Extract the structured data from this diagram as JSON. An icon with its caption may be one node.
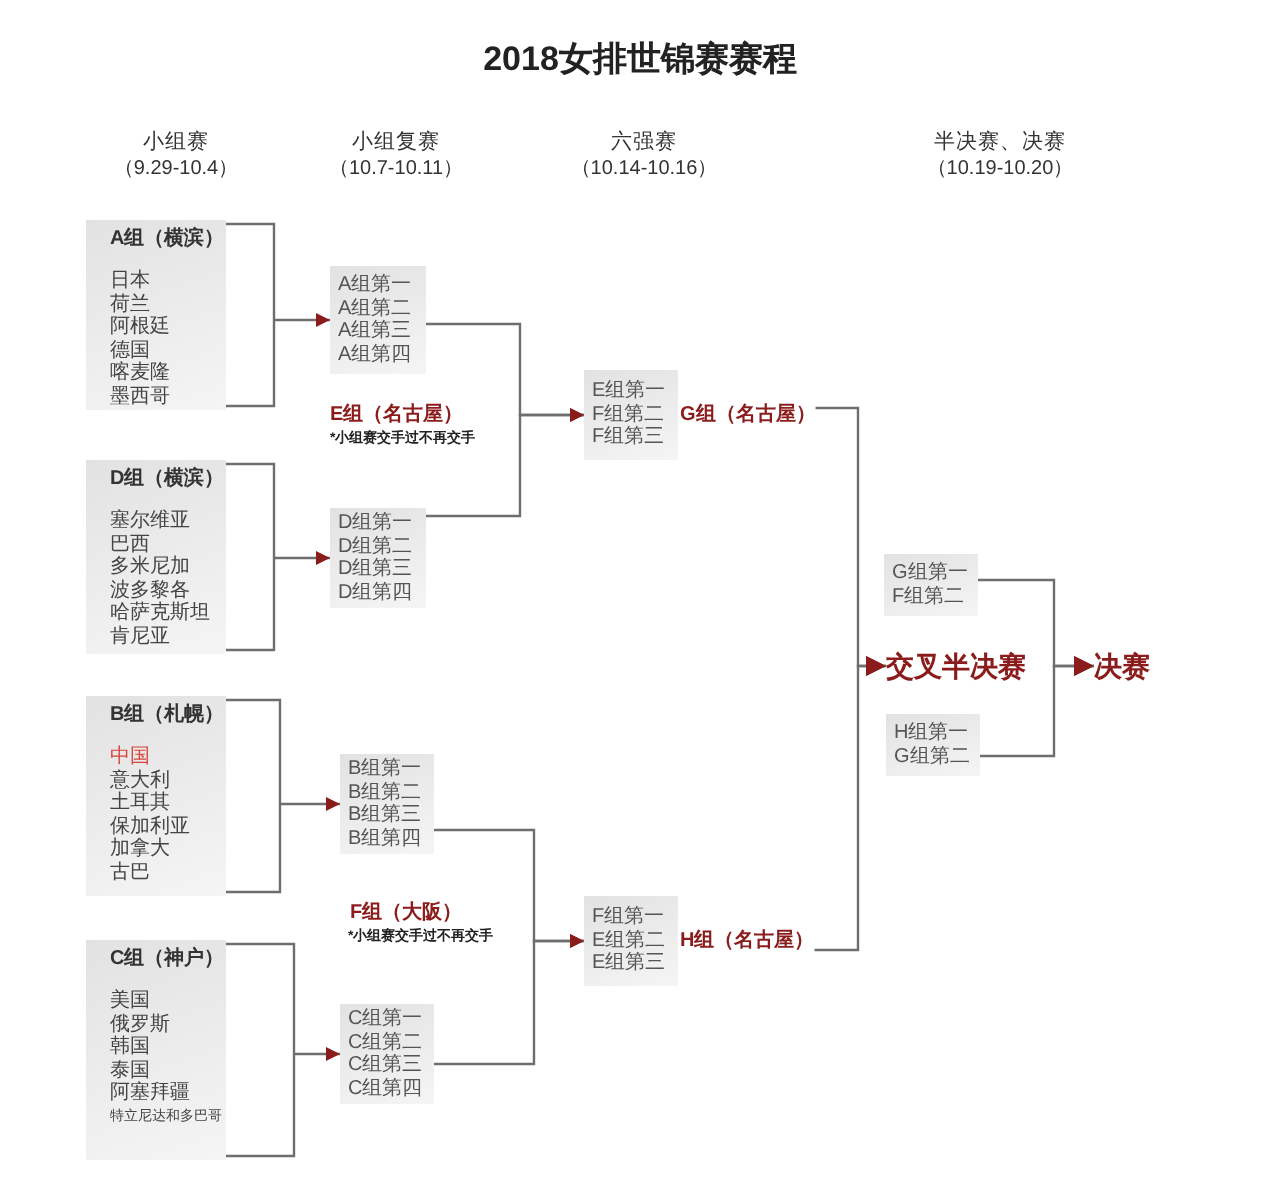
{
  "diagram": {
    "title": "2018女排世锦赛赛程",
    "nodes": [
      {
        "text": [
          "A组（横滨）",
          "日本",
          "荷兰",
          "阿根廷",
          "德国",
          "喀麦隆",
          "墨西哥"
        ]
      },
      {
        "text": [
          "D组（横滨）",
          "塞尔维亚",
          "巴西",
          "多米尼加",
          "波多黎各",
          "哈萨克斯坦",
          "肯尼亚"
        ]
      },
      {
        "text": [
          "B组（札幌）",
          "中国",
          "意大利",
          "土耳其",
          "保加利亚",
          "加拿大",
          "古巴"
        ]
      },
      {
        "text": [
          "C组（神户）",
          "美国",
          "俄罗斯",
          "韩国",
          "泰国",
          "阿塞拜疆",
          "特立尼达和多巴哥"
        ]
      },
      {
        "text": [
          "A组第一",
          "A组第二",
          "A组第三",
          "A组第四"
        ]
      },
      {
        "text": [
          "D组第一",
          "D组第二",
          "D组第三",
          "D组第四"
        ]
      },
      {
        "text": [
          "B组第一",
          "B组第二",
          "B组第三",
          "B组第四"
        ]
      },
      {
        "text": [
          "C组第一",
          "C组第二",
          "C组第三",
          "C组第四"
        ]
      },
      {
        "text": [
          "E组第一",
          "F组第二",
          "F组第三"
        ],
        "beside": [
          "G组（名古屋）"
        ]
      },
      {
        "text": [
          "F组第一",
          "E组第二",
          "E组第三"
        ],
        "beside": [
          "H组（名古屋）"
        ]
      },
      {
        "text": [
          "G组第一",
          "F组第二"
        ]
      },
      {
        "text": [
          "交叉半决赛"
        ]
      },
      {
        "text": [
          "H组第一",
          "G组第二"
        ]
      },
      {
        "text": [
          "决赛"
        ]
      }
    ],
    "edges": [
      {
        "from": 0,
        "to": 4,
        "arrow": "to"
      },
      {
        "from": 1,
        "to": 5,
        "arrow": "to"
      },
      {
        "from": 2,
        "to": 6,
        "arrow": "to"
      },
      {
        "from": 3,
        "to": 7,
        "arrow": "to"
      },
      {
        "from": 4,
        "to": 8,
        "arrow": "to"
      },
      {
        "from": 5,
        "to": 8,
        "arrow": "to"
      },
      {
        "from": 6,
        "to": 9,
        "arrow": "to"
      },
      {
        "from": 7,
        "to": 9,
        "arrow": "to"
      },
      {
        "from": 8,
        "to": 11,
        "arrow": "to"
      },
      {
        "from": 9,
        "to": 11,
        "arrow": "to"
      },
      {
        "from": 10,
        "to": 13,
        "arrow": "to"
      },
      {
        "from": 12,
        "to": 13,
        "arrow": "to"
      }
    ],
    "labels": [
      "小组赛",
      "（9.29-10.4）",
      "小组复赛",
      "（10.7-10.11）",
      "六强赛",
      "（10.14-10.16）",
      "半决赛、决赛",
      "（10.19-10.20）",
      "E组（名古屋）",
      "*小组赛交手过不再交手",
      "F组（大阪）",
      "*小组赛交手过不再交手"
    ]
  }
}
